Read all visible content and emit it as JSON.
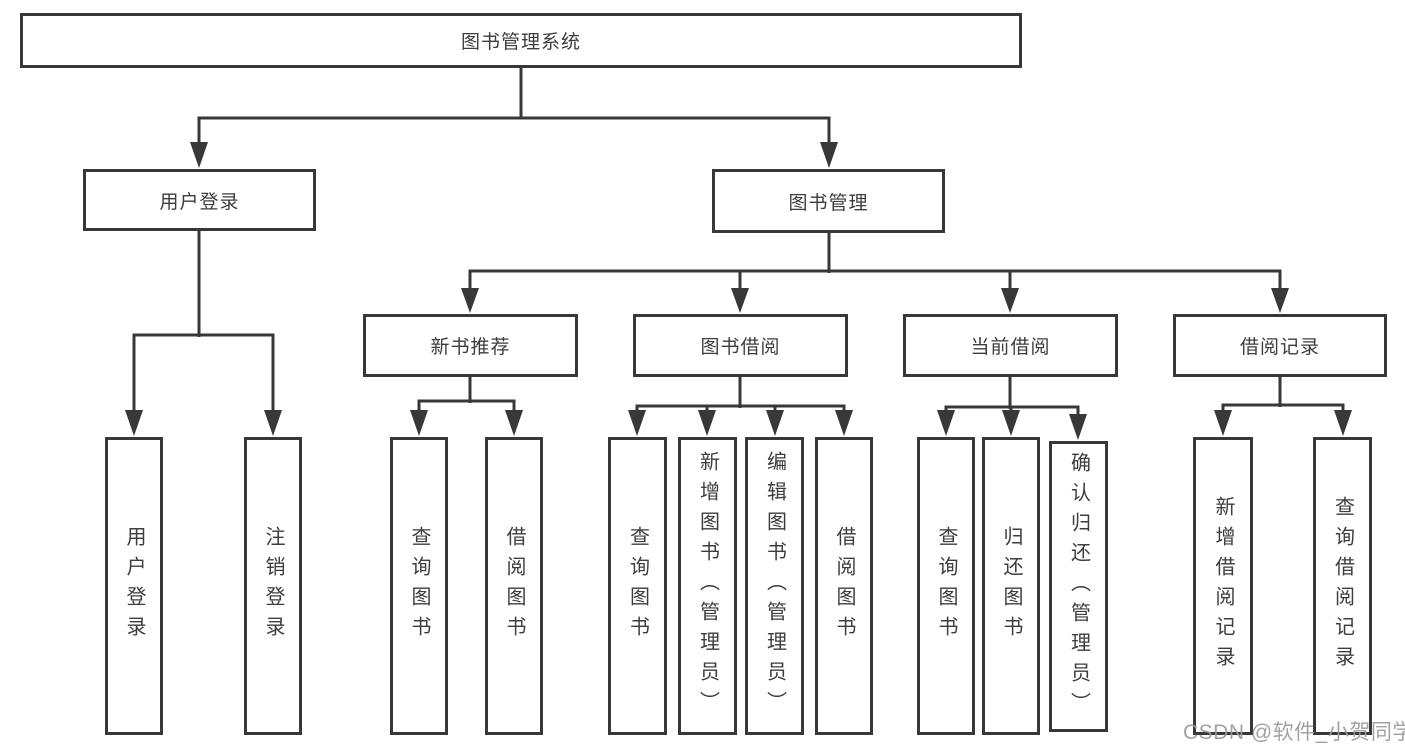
{
  "tree": {
    "label": "图书管理系统",
    "children": [
      {
        "label": "用户登录",
        "children": [
          {
            "label": "用户登录"
          },
          {
            "label": "注销登录"
          }
        ]
      },
      {
        "label": "图书管理",
        "children": [
          {
            "label": "新书推荐",
            "children": [
              {
                "label": "查询图书"
              },
              {
                "label": "借阅图书"
              }
            ]
          },
          {
            "label": "图书借阅",
            "children": [
              {
                "label": "查询图书"
              },
              {
                "label": "新增图书（管理员）"
              },
              {
                "label": "编辑图书（管理员）"
              },
              {
                "label": "借阅图书"
              }
            ]
          },
          {
            "label": "当前借阅",
            "children": [
              {
                "label": "查询图书"
              },
              {
                "label": "归还图书"
              },
              {
                "label": "确认归还（管理员）"
              }
            ]
          },
          {
            "label": "借阅记录",
            "children": [
              {
                "label": "新增借阅记录"
              },
              {
                "label": "查询借阅记录"
              }
            ]
          }
        ]
      }
    ]
  },
  "watermark": {
    "text": "CSDN @软件_小贺同学"
  },
  "colors": {
    "line": "#383838",
    "text": "#3d3d3d",
    "watermark": "#9a9a9a"
  }
}
